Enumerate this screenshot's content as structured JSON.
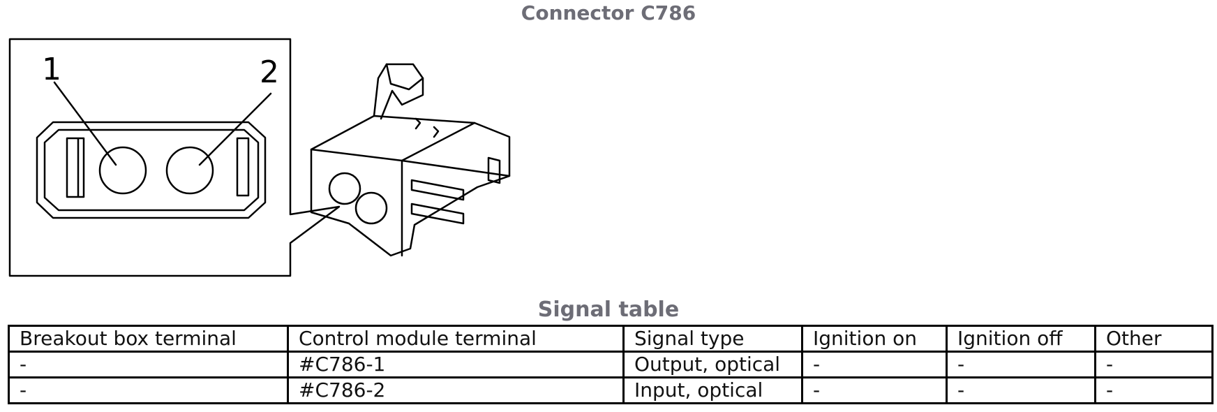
{
  "connector_title": "Connector C786",
  "diagram": {
    "pin_labels": [
      "1",
      "2"
    ]
  },
  "table_title": "Signal table",
  "table": {
    "headers": [
      "Breakout box terminal",
      "Control module terminal",
      "Signal type",
      "Ignition on",
      "Ignition off",
      "Other"
    ],
    "rows": [
      [
        "-",
        "#C786-1",
        "Output, optical",
        "-",
        "-",
        "-"
      ],
      [
        "-",
        "#C786-2",
        "Input, optical",
        "-",
        "-",
        "-"
      ]
    ]
  }
}
